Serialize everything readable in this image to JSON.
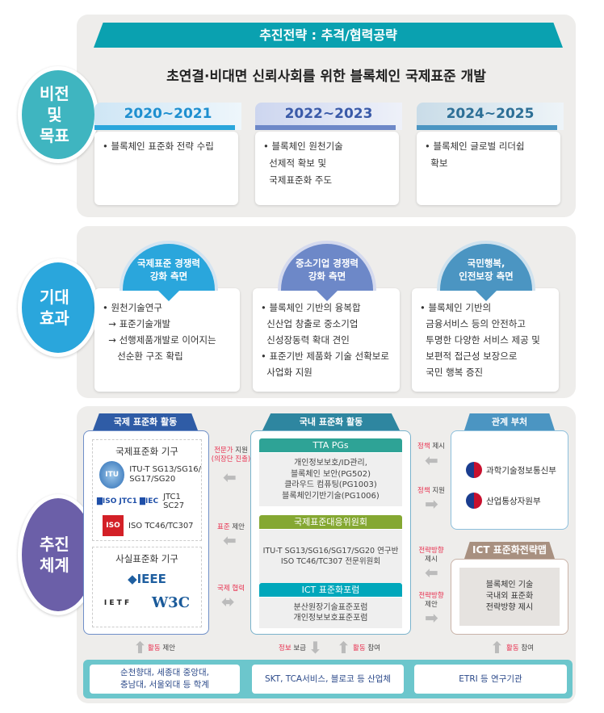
{
  "colors": {
    "teal": "#0aa1b0",
    "blue": "#2aa6dc",
    "indigo": "#6d88c8",
    "steel": "#4b95c2",
    "purple": "#6b5fa8",
    "accent_red": "#e8304f"
  },
  "vision": {
    "side_label": "비전\n및\n목표",
    "banner": "추진전략 : 추격/협력공략",
    "statement": "초연결·비대면 신뢰사회를 위한 블록체인 국제표준 개발",
    "phases": [
      {
        "year": "2020~2021",
        "text": "• 블록체인 표준화 전략 수립"
      },
      {
        "year": "2022~2023",
        "text": "• 블록체인 원천기술\n  선제적 확보 및\n  국제표준화 주도"
      },
      {
        "year": "2024~2025",
        "text": "• 블록체인 글로벌 리더쉽\n  확보"
      }
    ]
  },
  "effects": {
    "side_label": "기대\n효과",
    "items": [
      {
        "title": "국제표준 경쟁력\n강화 측면",
        "text": "• 원천기술연구\n  → 표준기술개발\n  → 선행제품개발로 이어지는\n     선순환 구조 확립"
      },
      {
        "title": "중소기업 경쟁력\n강화 측면",
        "text": "• 블록체인 기반의 융복합\n  신산업 창출로 중소기업\n  신성장동력 확대 견인\n• 표준기반 제품화 기술 선확보로\n  사업화 지원"
      },
      {
        "title": "국민행복,\n인전보장 측면",
        "text": "• 블록체인 기반의\n  금융서비스 등의 안전하고\n  투명한 다양한 서비스 제공 및\n  보편적 접근성 보장으로\n  국민 행복 증진"
      }
    ]
  },
  "system": {
    "side_label": "추진\n체계",
    "international": {
      "tab": "국제 표준화 활동",
      "official_title": "국제표준화 기구",
      "official": [
        {
          "logo": "ITU",
          "text": "ITU-T SG13/SG16/\nSG17/SG20"
        },
        {
          "logo": "ISO JTC1 IEC",
          "text": "JTC1 SC27"
        },
        {
          "logo": "ISO",
          "text": "ISO TC46/TC307"
        }
      ],
      "defacto_title": "사실표준화 기구",
      "defacto_logos": [
        "◆IEEE",
        "I E T F",
        "W3C"
      ]
    },
    "domestic": {
      "tab": "국내 표준화 활동",
      "groups": [
        {
          "title": "TTA PGs",
          "text": "개인정보보호/ID관리,\n블록체인 보안(PG502)\n클라우드 컴퓨팅(PG1003)\n블록체인기반기술(PG1006)"
        },
        {
          "title": "국제표준대응위원회",
          "text": "ITU-T SG13/SG16/SG17/SG20 연구반\nISO TC46/TC307 전문위원회"
        },
        {
          "title": "ICT 표준화포럼",
          "text": "분산원장기술표준포럼\n개인정보보호표준포럼"
        }
      ]
    },
    "ministries": {
      "tab": "관계 부처",
      "items": [
        "과학기술정보통신부",
        "산업통상자원부"
      ]
    },
    "ict_map": {
      "tab": "ICT 표준화전략맵",
      "text": "블록체인 기술\n국내외 표준화\n전략방향 제시"
    },
    "arrows_left": [
      {
        "hl": "전문가",
        "rest": " 지원",
        "sub": "(의장단 진출)",
        "dir": "left"
      },
      {
        "hl": "표준",
        "rest": " 제안",
        "dir": "left"
      },
      {
        "hl": "국제 협력",
        "rest": "",
        "dir": "both"
      }
    ],
    "arrows_right": [
      {
        "hl": "정책",
        "rest": " 제시",
        "dir": "left"
      },
      {
        "hl": "정책",
        "rest": " 지원",
        "dir": "right"
      },
      {
        "hl": "전략방향",
        "rest": "제시",
        "dir": "left"
      },
      {
        "hl": "전략방향",
        "rest": "제안",
        "dir": "right"
      }
    ],
    "arrows_bottom": [
      {
        "hl": "활동",
        "rest": " 제안"
      },
      {
        "hl": "정보",
        "rest": " 보급"
      },
      {
        "hl": "활동",
        "rest": " 참여"
      },
      {
        "hl": "활동",
        "rest": " 참여"
      }
    ],
    "participants": [
      "순천향대, 세종대 중앙대,\n충남대, 서울외대 등 학계",
      "SKT, TCA서비스, 블로코 등 산업체",
      "ETRI 등 연구기관"
    ]
  }
}
